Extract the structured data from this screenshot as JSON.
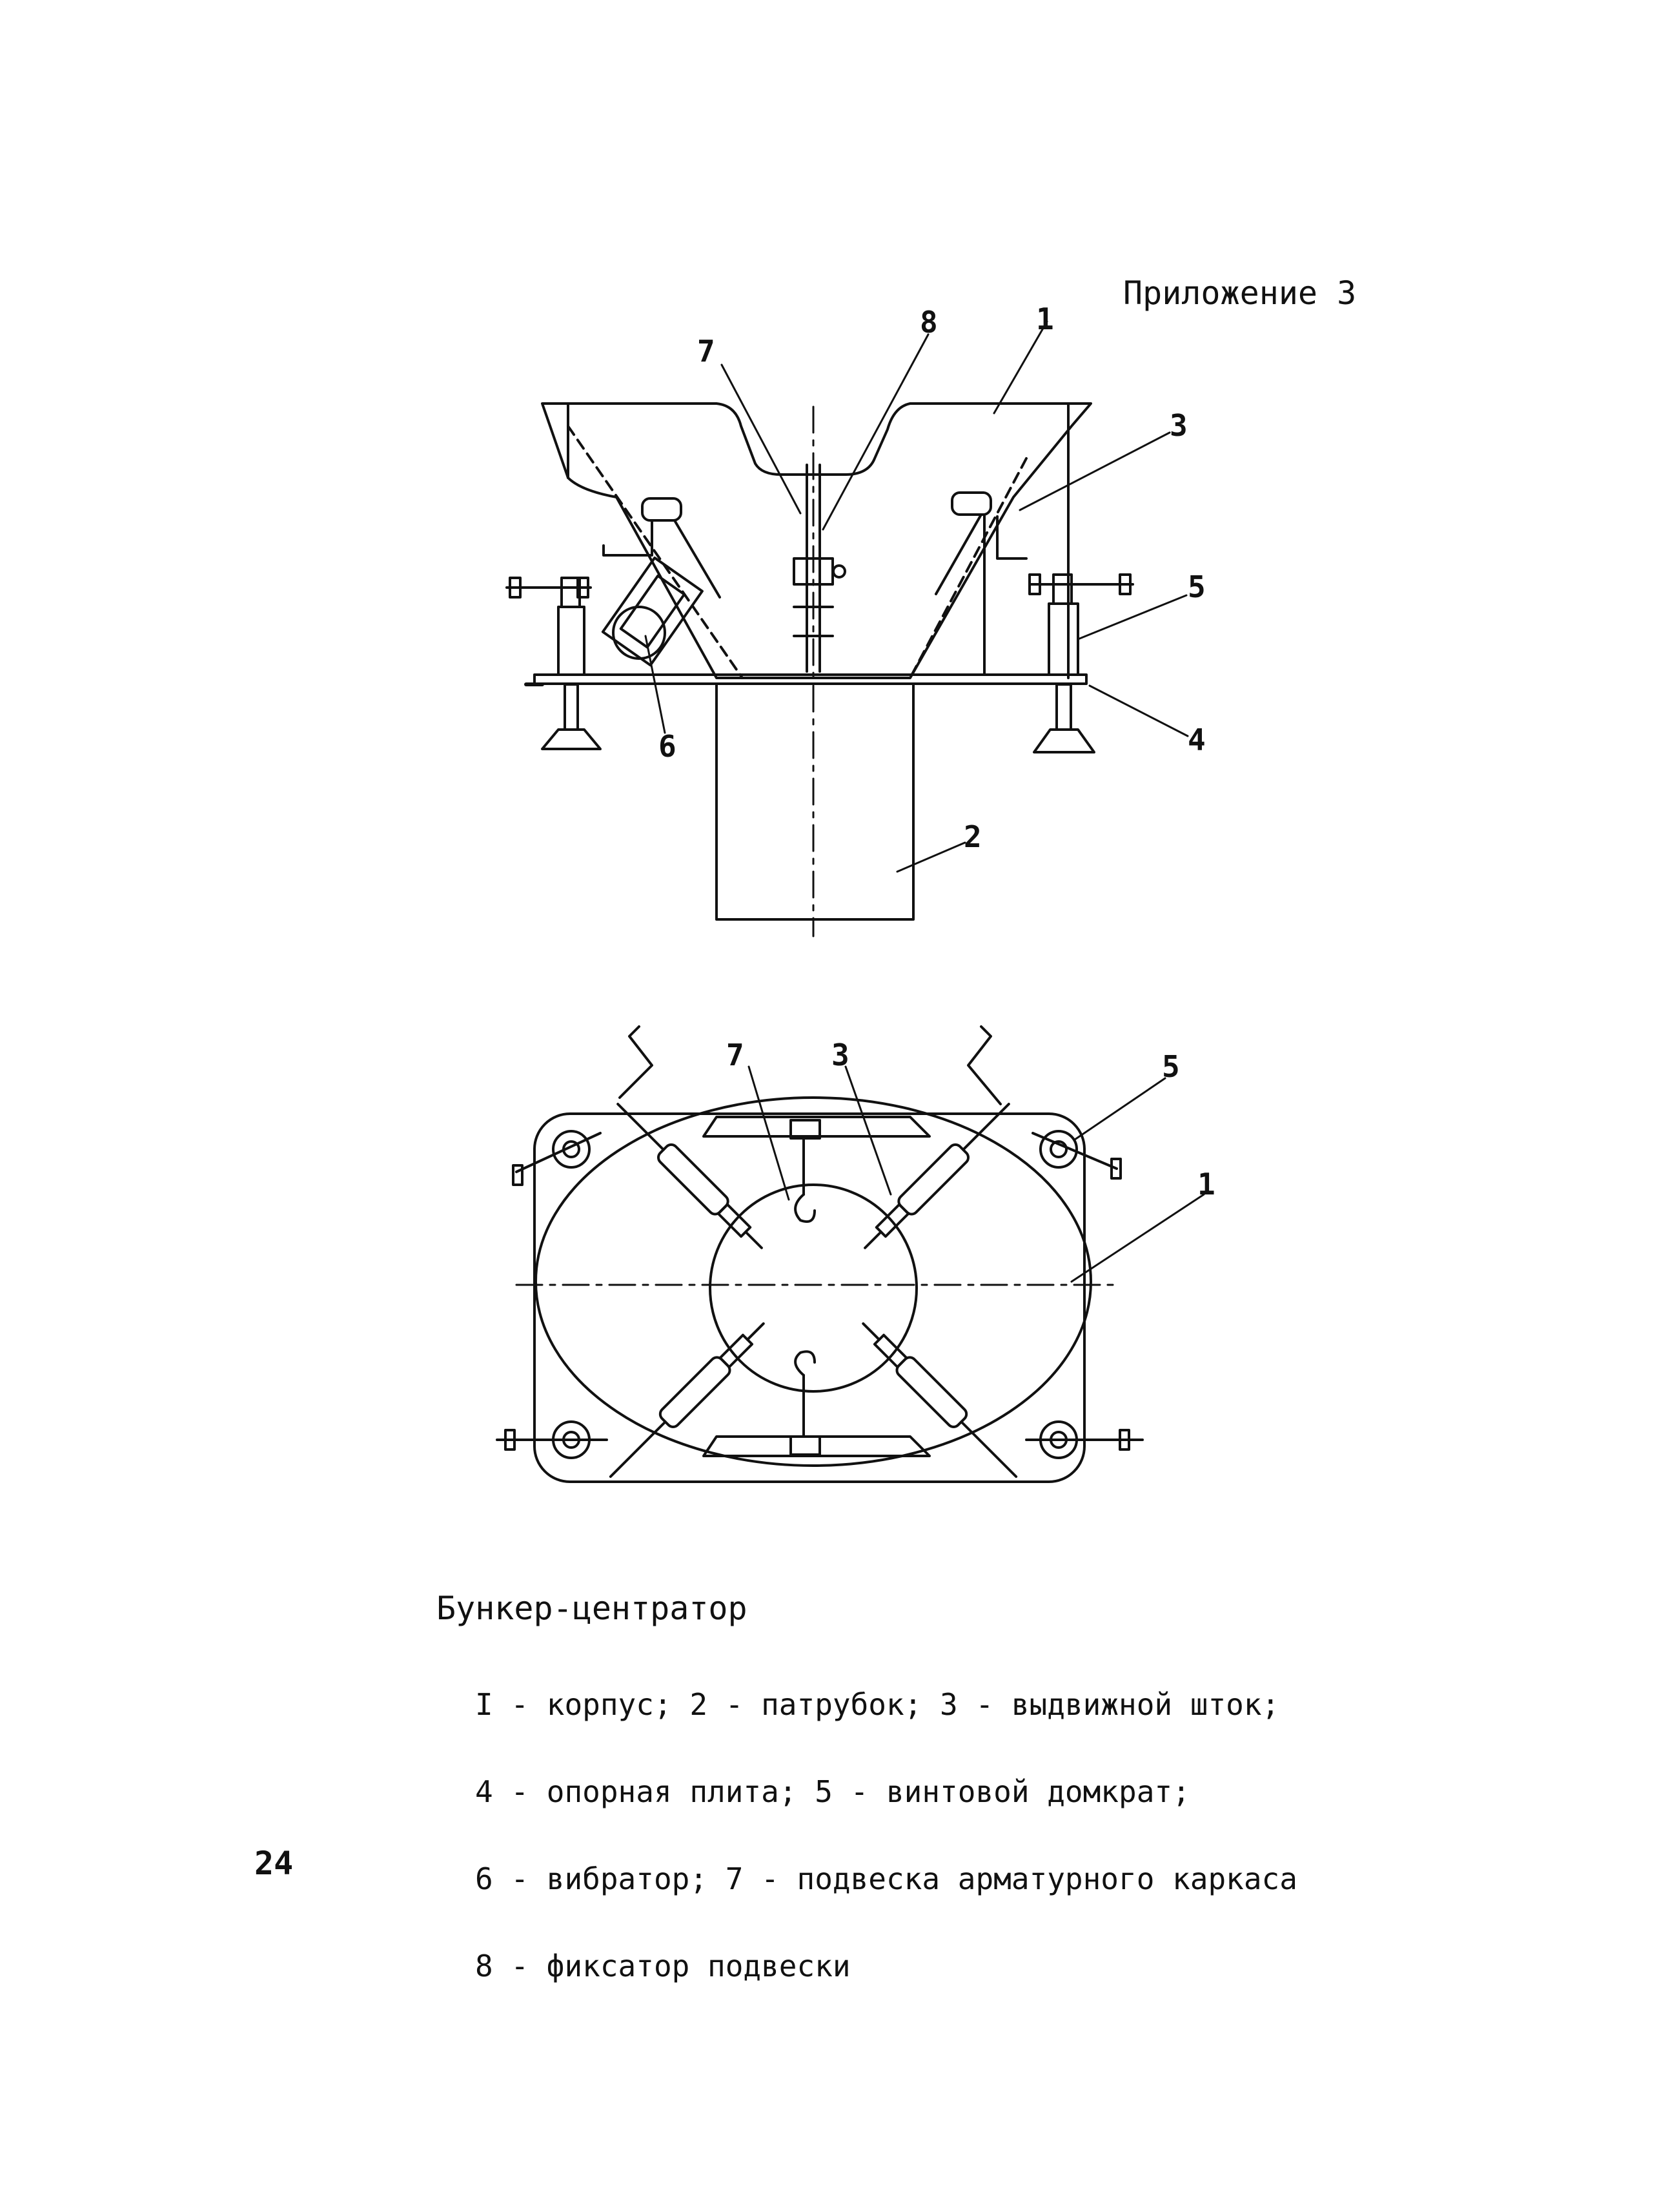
{
  "header": {
    "appendix": "Приложение 3"
  },
  "side_view": {
    "callouts": [
      "7",
      "8",
      "1",
      "3",
      "5",
      "4",
      "6",
      "2"
    ]
  },
  "plan_view": {
    "callouts": [
      "7",
      "3",
      "5",
      "1"
    ]
  },
  "caption": {
    "title": "Бункер-центратор",
    "legend_lines": [
      "I - корпус; 2 - патрубок; 3 - выдвижной шток;",
      "4 - опорная плита; 5 - винтовой домкрат;",
      "6 - вибратор; 7 - подвеска арматурного каркаса",
      "8 - фиксатор подвески"
    ]
  },
  "page_number": "24",
  "colors": {
    "ink": "#111111",
    "paper": "#ffffff"
  }
}
